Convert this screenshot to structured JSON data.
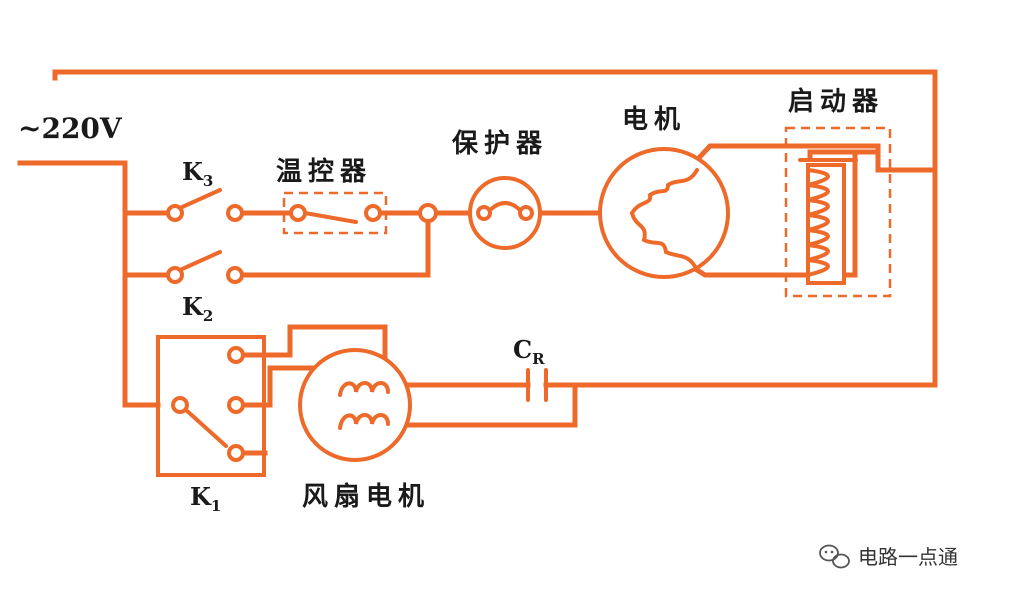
{
  "colors": {
    "wire": "#ee6a2a",
    "text": "#1a1a1a"
  },
  "labels": {
    "supply": "~220V",
    "k3": "K",
    "k3_sub": "3",
    "k2": "K",
    "k2_sub": "2",
    "k1": "K",
    "k1_sub": "1",
    "cr": "C",
    "cr_sub": "R",
    "thermostat": "温控器",
    "protector": "保护器",
    "motor": "电机",
    "starter": "启动器",
    "fan_motor": "风扇电机"
  },
  "watermark": {
    "icon": "wechat-icon",
    "text": "电路一点通"
  }
}
